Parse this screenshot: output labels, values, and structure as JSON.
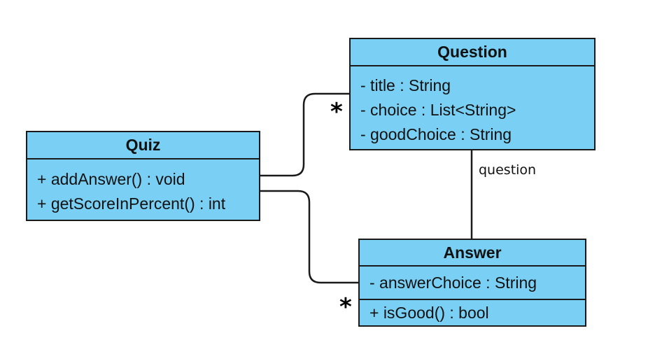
{
  "classes": {
    "quiz": {
      "name": "Quiz",
      "operations": [
        "+ addAnswer() : void",
        "+ getScoreInPercent() : int"
      ]
    },
    "question": {
      "name": "Question",
      "attributes": [
        "- title : String",
        "- choice : List<String>",
        "- goodChoice : String"
      ]
    },
    "answer": {
      "name": "Answer",
      "attributes": [
        "- answerChoice : String"
      ],
      "operations": [
        "+ isGood() : bool"
      ]
    }
  },
  "associations": {
    "quiz_question": {
      "multiplicity": "*"
    },
    "quiz_answer": {
      "multiplicity": "*"
    },
    "answer_question": {
      "role": "question"
    }
  },
  "colors": {
    "class_fill": "#79d0f4",
    "border": "#1a1a1a"
  }
}
